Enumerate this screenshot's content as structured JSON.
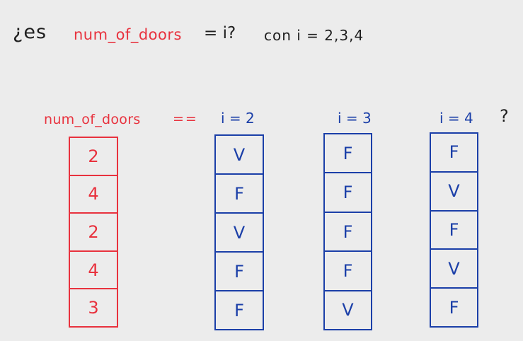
{
  "question": {
    "prefix": "¿es",
    "variable": "num_of_doors",
    "equals": "= i?",
    "rest": "con  i = 2,3,4"
  },
  "header": {
    "variable": "num_of_doors",
    "operator": "==",
    "col_i2": "i = 2",
    "col_i3": "i = 3",
    "col_i4": "i = 4",
    "question_mark": "?"
  },
  "columns": {
    "num_of_doors": [
      "2",
      "4",
      "2",
      "4",
      "3"
    ],
    "i2": [
      "V",
      "F",
      "V",
      "F",
      "F"
    ],
    "i3": [
      "F",
      "F",
      "F",
      "F",
      "V"
    ],
    "i4": [
      "F",
      "V",
      "F",
      "V",
      "F"
    ]
  },
  "colors": {
    "red": "#e8323e",
    "blue": "#1b3fa8",
    "dark": "#1f1f1f",
    "background": "#ececec"
  }
}
